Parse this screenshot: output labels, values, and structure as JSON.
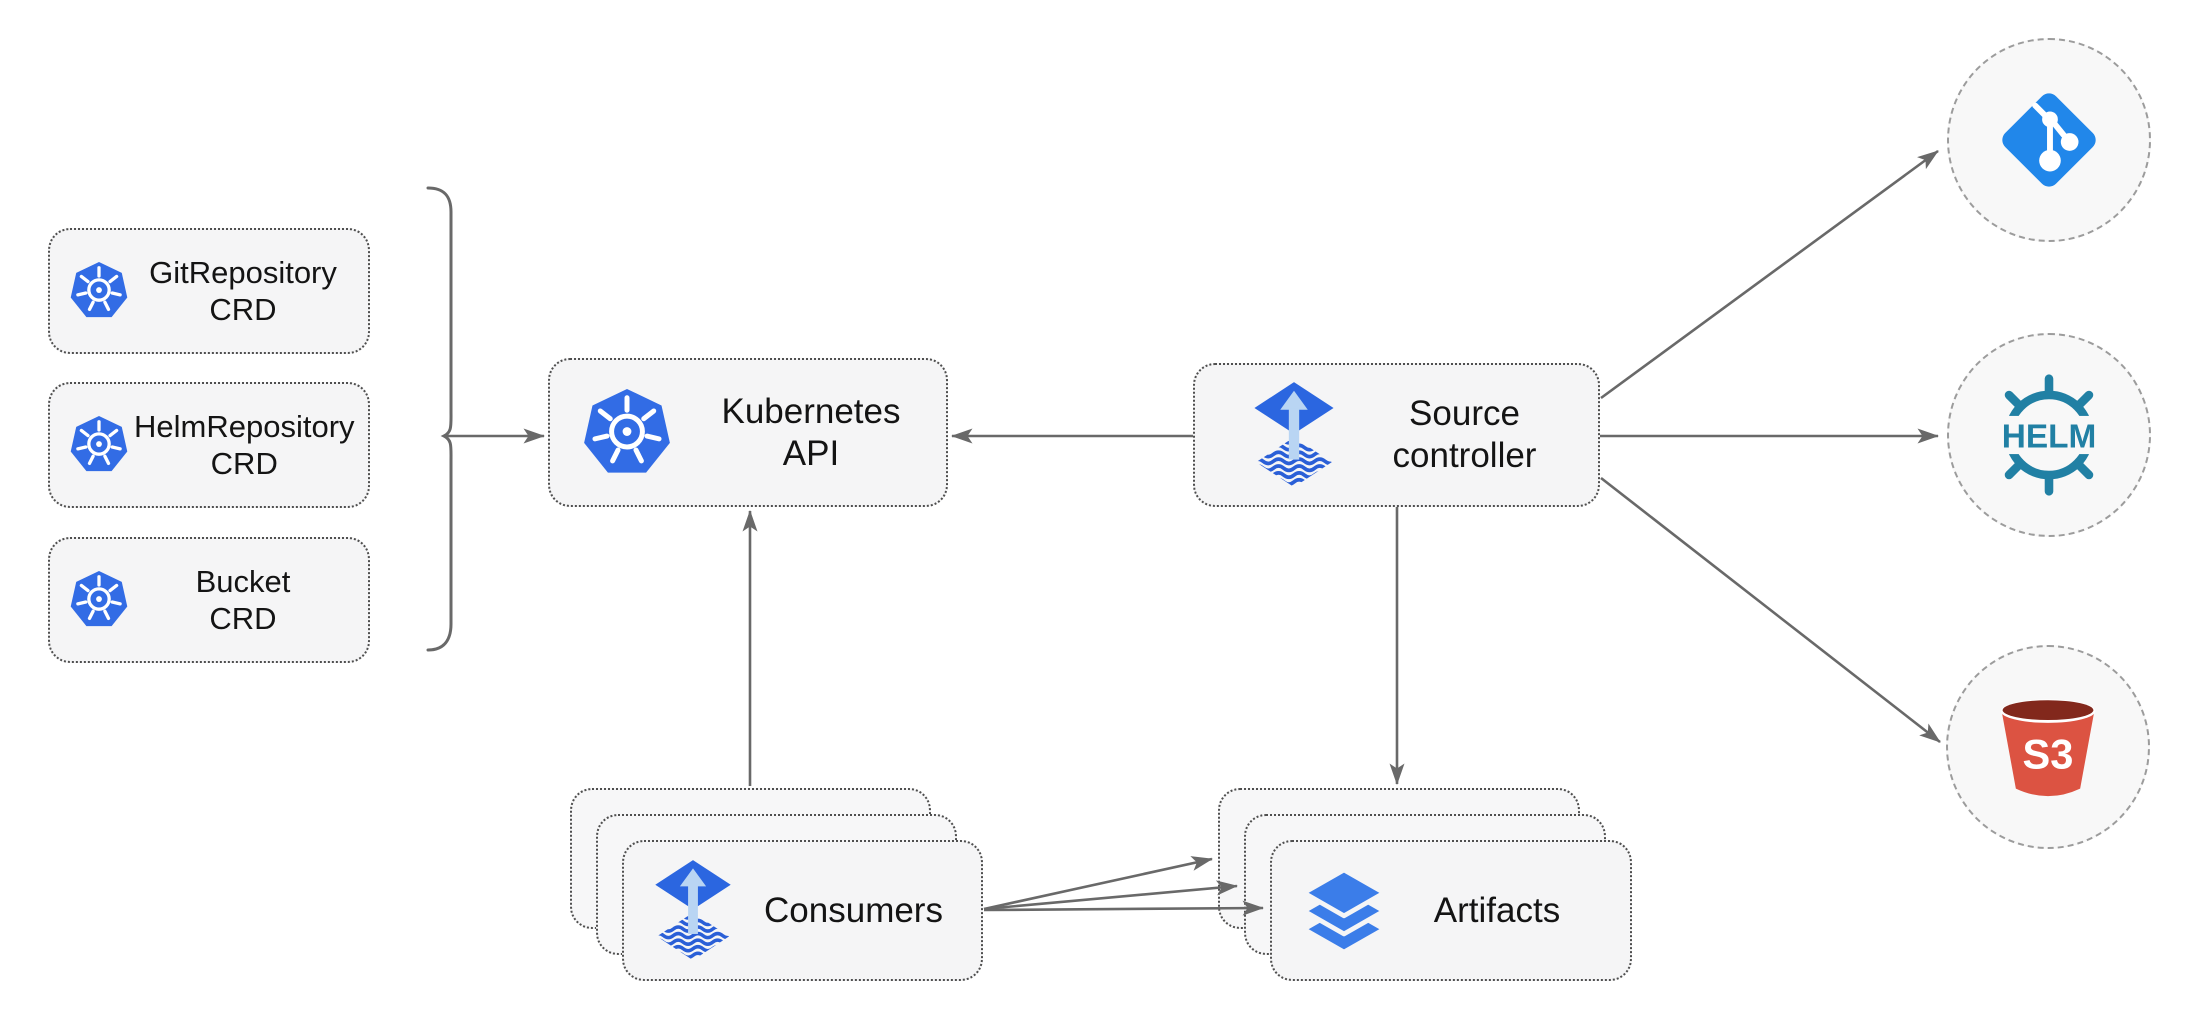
{
  "diagram": {
    "nodes": {
      "git_repository_crd": {
        "line1": "GitRepository",
        "line2": "CRD",
        "icon": "kubernetes-icon"
      },
      "helm_repository_crd": {
        "line1": "HelmRepository",
        "line2": "CRD",
        "icon": "kubernetes-icon"
      },
      "bucket_crd": {
        "line1": "Bucket",
        "line2": "CRD",
        "icon": "kubernetes-icon"
      },
      "kubernetes_api": {
        "label": "Kubernetes API",
        "icon": "kubernetes-icon"
      },
      "source_controller": {
        "line1": "Source",
        "line2": "controller",
        "icon": "flux-icon"
      },
      "consumers": {
        "label": "Consumers",
        "icon": "flux-icon",
        "stacked": 3
      },
      "artifacts": {
        "label": "Artifacts",
        "icon": "layers-icon",
        "stacked": 3
      },
      "git_remote": {
        "icon": "git-icon"
      },
      "helm_repository": {
        "label": "HELM",
        "icon": "helm-icon"
      },
      "s3_bucket": {
        "label": "S3",
        "icon": "s3-bucket-icon"
      }
    },
    "edges": [
      {
        "from": "crd-group",
        "to": "kubernetes_api"
      },
      {
        "from": "source_controller",
        "to": "kubernetes_api"
      },
      {
        "from": "consumers",
        "to": "kubernetes_api"
      },
      {
        "from": "source_controller",
        "to": "artifacts"
      },
      {
        "from": "source_controller",
        "to": "git_remote"
      },
      {
        "from": "source_controller",
        "to": "helm_repository"
      },
      {
        "from": "source_controller",
        "to": "s3_bucket"
      },
      {
        "from": "consumers",
        "to": "artifacts",
        "count": 3
      }
    ],
    "colors": {
      "kubernetes_blue": "#326ce5",
      "flux_blue": "#2b66e0",
      "flux_waves_blue": "#2a5fd7",
      "flux_arrow_light": "#b9d5f3",
      "layers_blue": "#3b7de9",
      "git_blue": "#2187ea",
      "helm_teal": "#2180a4",
      "s3_red": "#dc5342",
      "s3_dark_red": "#82281c",
      "edge_gray": "#696969",
      "node_fill": "#f5f5f6",
      "node_border": "#4f4f4f",
      "circle_fill": "#f8f8f8",
      "circle_border": "#9c9c9c",
      "text": "#141414"
    }
  }
}
